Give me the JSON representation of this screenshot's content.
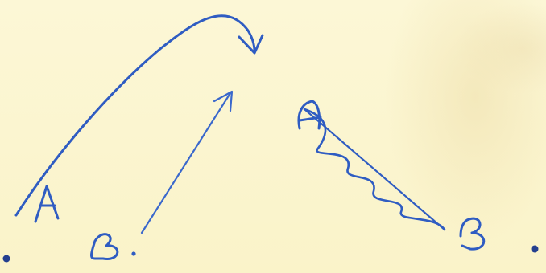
{
  "colors": {
    "paper": "#fbf5cf",
    "ink": "#2f5cc2",
    "ink_dark": "#233f8f"
  },
  "labels": {
    "left_top": "A",
    "left_bottom": "B.",
    "right_top": "A",
    "right_bottom": "B"
  }
}
